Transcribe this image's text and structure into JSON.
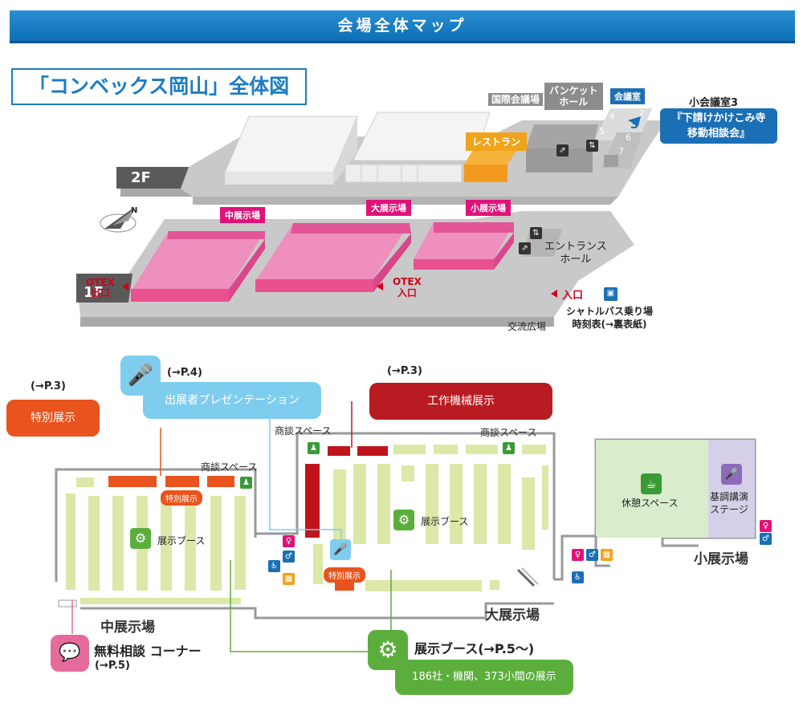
{
  "header": {
    "title": "会場全体マップ"
  },
  "map_title": "「コンベックス岡山」全体図",
  "floors": {
    "f2": "2F",
    "f1": "1F"
  },
  "upper": {
    "international_hall": "国際会議場",
    "banquet_hall": "バンケット\nホール",
    "meeting_room": "会議室",
    "small_meeting_room": "小会議室3",
    "consult_event": "『下請けかけこみ寺\n移動相談会』",
    "restaurant": "レストラン",
    "room_numbers": [
      "2",
      "3",
      "4",
      "5",
      "6",
      "7"
    ],
    "room_badge": "3",
    "mid_hall": "中展示場",
    "big_hall": "大展示場",
    "small_hall": "小展示場",
    "otex_exit": "OTEX\n出口",
    "otex_entrance": "OTEX\n入口",
    "entrance": "入口",
    "entrance_hall": "エントランス\nホール",
    "plaza": "交流広場",
    "shuttle": "シャトルバス乗り場\n時刻表(→裏表紙)"
  },
  "lower": {
    "ref_special": "(→P.3)",
    "special_exhibit": "特別展示",
    "ref_presentation": "(→P.4)",
    "presentation": "出展者プレゼンテーション",
    "ref_machine": "(→P.3)",
    "machine": "工作機械展示",
    "talk_space_1": "商談スペース",
    "talk_space_2": "商談スペース",
    "talk_space_3": "商談スペース",
    "special_small_1": "特別展示",
    "special_small_2": "特別展示",
    "booth_1": "展示ブース",
    "booth_2": "展示ブース",
    "rest_space": "休憩スペース",
    "keynote_stage": "基調講演\nステージ",
    "mid_hall": "中展示場",
    "big_hall": "大展示場",
    "small_hall": "小展示場",
    "free_consult": "無料相談 コーナー",
    "ref_consult": "(→P.5)",
    "booth_title": "展示ブース(→P.5〜)",
    "booth_detail": "186社・機関、373小間の展示"
  },
  "colors": {
    "header_blue": "#1479c2",
    "hall_pink": "#ea5098",
    "special_orange": "#e9541e",
    "presentation_blue": "#7fcdee",
    "machine_red": "#b81c22",
    "booth_green": "#5bae3c",
    "consult_pink": "#e66b9d"
  }
}
